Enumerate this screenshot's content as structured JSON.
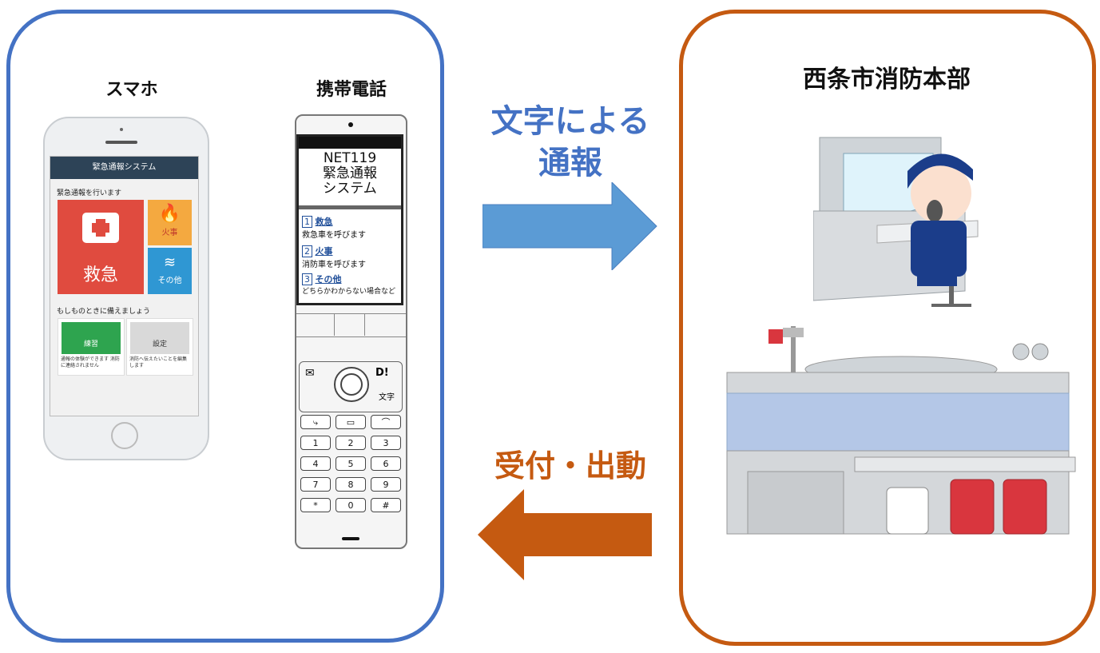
{
  "left_panel": {
    "smartphone_label": "スマホ",
    "feature_phone_label": "携帯電話"
  },
  "right_panel": {
    "title": "西条市消防本部"
  },
  "arrows": {
    "to_dispatch_line1": "文字による",
    "to_dispatch_line2": "通報",
    "to_dispatch_color": "#5b9bd5",
    "from_dispatch": "受付・出動",
    "from_dispatch_color": "#c55a11"
  },
  "smartphone_app": {
    "app_title": "緊急通報システム",
    "header_text": "緊急通報を行います",
    "tile_emergency": "救急",
    "tile_fire": "火事",
    "tile_other": "その他",
    "section_text": "もしものときに備えましょう",
    "practice_label": "練習",
    "practice_desc": "通報の体験ができます 消防に連絡されません",
    "settings_label": "設定",
    "settings_desc": "消防へ伝えたいことを編集します"
  },
  "feature_phone": {
    "screen_title_1": "NET119",
    "screen_title_2": "緊急通報",
    "screen_title_3": "システム",
    "menu": [
      {
        "num": "1",
        "title": "救急",
        "desc": "救急車を呼びます"
      },
      {
        "num": "2",
        "title": "火事",
        "desc": "消防車を呼びます"
      },
      {
        "num": "3",
        "title": "その他",
        "desc": "どちらかわからない場合など"
      }
    ],
    "keys": [
      "1",
      "2",
      "3",
      "4",
      "5",
      "6",
      "7",
      "8",
      "9",
      "*",
      "0",
      "#"
    ],
    "key_d": "D!",
    "key_moji": "文字"
  }
}
